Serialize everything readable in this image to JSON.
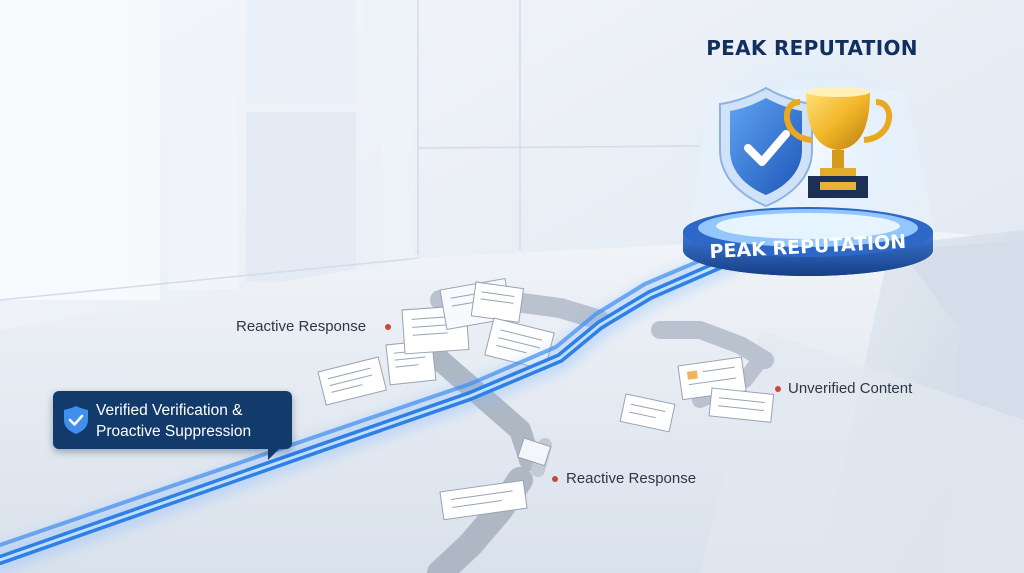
{
  "headline": "PEAK REPUTATION",
  "pedestal_label": "PEAK REPUTATION",
  "callout": {
    "line1": "Verified Verification &",
    "line2": "Proactive Suppression"
  },
  "labels": {
    "reactive_response_top": "Reactive Response",
    "unverified_content": "Unverified Content",
    "reactive_response_bottom": "Reactive Response"
  },
  "colors": {
    "navy": "#123a6b",
    "path_glow": "#2f7fe6",
    "marker_red": "#c9483a",
    "trophy_gold": "#e8a81f"
  },
  "icons": [
    "shield-check-icon",
    "trophy-icon"
  ]
}
